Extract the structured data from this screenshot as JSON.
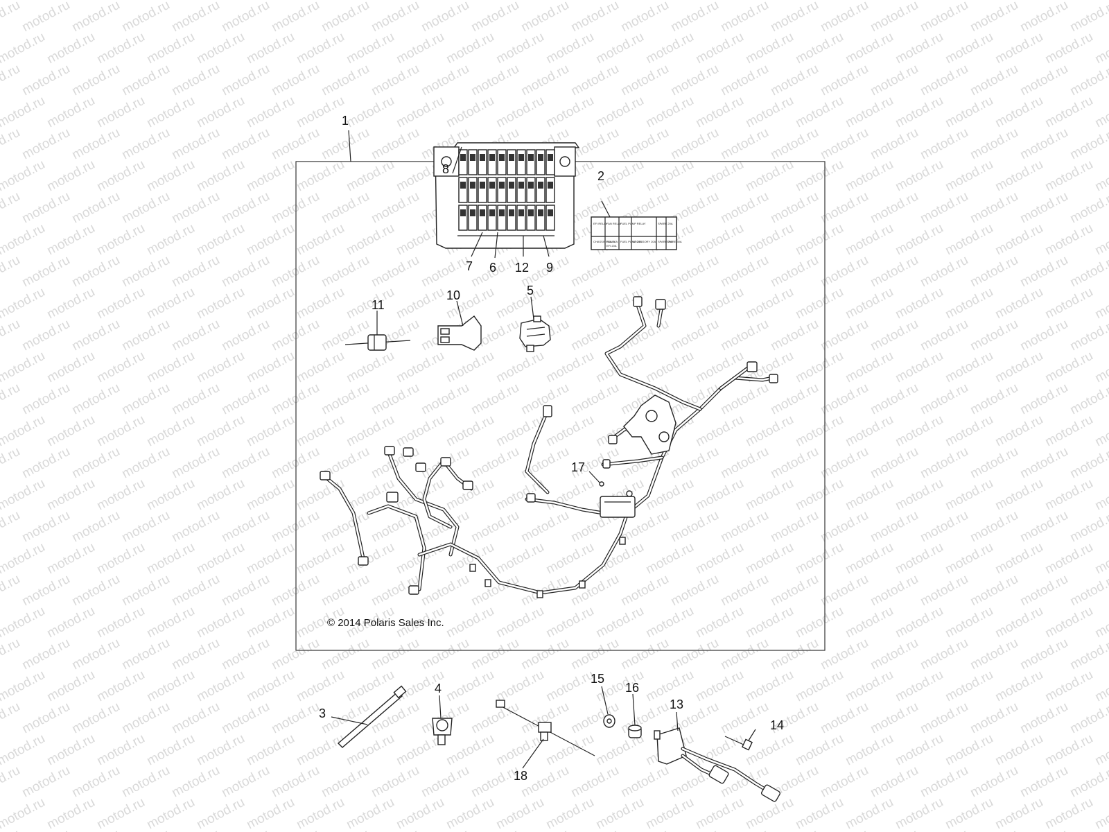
{
  "watermark": "motod.ru",
  "copyright": "© 2014 Polaris Sales Inc.",
  "callouts": [
    "1",
    "2",
    "3",
    "4",
    "5",
    "6",
    "7",
    "8",
    "9",
    "10",
    "11",
    "12",
    "13",
    "14",
    "15",
    "16",
    "17",
    "18"
  ],
  "label_decal": {
    "cells": [
      "EFI RELAY",
      "FAN RELAY",
      "FUEL PUMP RELAY",
      "CHASSIS RELAY",
      "ACCESSORY 20A",
      "FAN 20A",
      "EFI 20A",
      "FUEL PUMP 20A",
      "SPARE 20A",
      "SPARE 25A",
      "SPARE 30A"
    ]
  }
}
